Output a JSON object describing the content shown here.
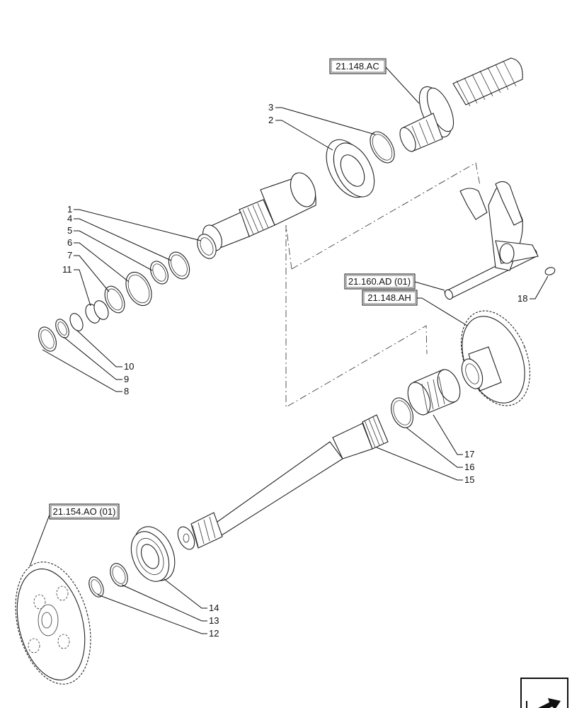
{
  "refs": {
    "ac": "21.148.AC",
    "ad": "21.160.AD (01)",
    "ah": "21.148.AH",
    "ao": "21.154.AO (01)"
  },
  "callouts": {
    "c1": "1",
    "c2": "2",
    "c3": "3",
    "c4": "4",
    "c5": "5",
    "c6": "6",
    "c7": "7",
    "c8": "8",
    "c9": "9",
    "c10": "10",
    "c11": "11",
    "c12": "12",
    "c13": "13",
    "c14": "14",
    "c15": "15",
    "c16": "16",
    "c17": "17",
    "c18": "18"
  },
  "nav_icon": "next-page-arrow-icon"
}
